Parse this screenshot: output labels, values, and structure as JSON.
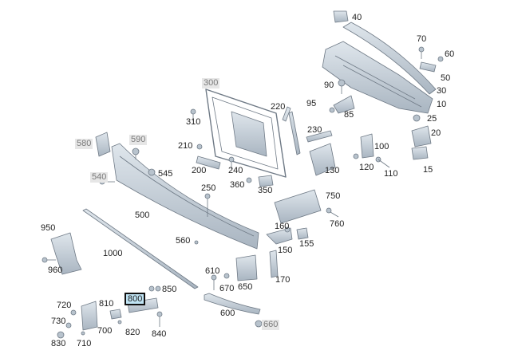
{
  "labels": {
    "p10": "10",
    "p15": "15",
    "p20": "20",
    "p25": "25",
    "p30": "30",
    "p40": "40",
    "p50": "50",
    "p60": "60",
    "p70": "70",
    "p85": "85",
    "p90": "90",
    "p95": "95",
    "p100": "100",
    "p110": "110",
    "p120": "120",
    "p130": "130",
    "p150": "150",
    "p155": "155",
    "p160": "160",
    "p170": "170",
    "p200": "200",
    "p210": "210",
    "p220": "220",
    "p230": "230",
    "p240": "240",
    "p250": "250",
    "p300": "300",
    "p310": "310",
    "p350": "350",
    "p360": "360",
    "p500": "500",
    "p540": "540",
    "p545": "545",
    "p560": "560",
    "p580": "580",
    "p590": "590",
    "p600": "600",
    "p610": "610",
    "p650": "650",
    "p660": "660",
    "p670": "670",
    "p700": "700",
    "p710": "710",
    "p720": "720",
    "p730": "730",
    "p750": "750",
    "p760": "760",
    "p800": "800",
    "p810": "810",
    "p820": "820",
    "p830": "830",
    "p840": "840",
    "p850": "850",
    "p950": "950",
    "p960": "960",
    "p1000": "1000"
  },
  "colors": {
    "part_fill": "#c9d3dc",
    "part_stroke": "#6f7a86",
    "highlight_label_fill": "#bfe3f3",
    "grey_label_fill": "#e6e6e6"
  },
  "highlighted_part": "800"
}
